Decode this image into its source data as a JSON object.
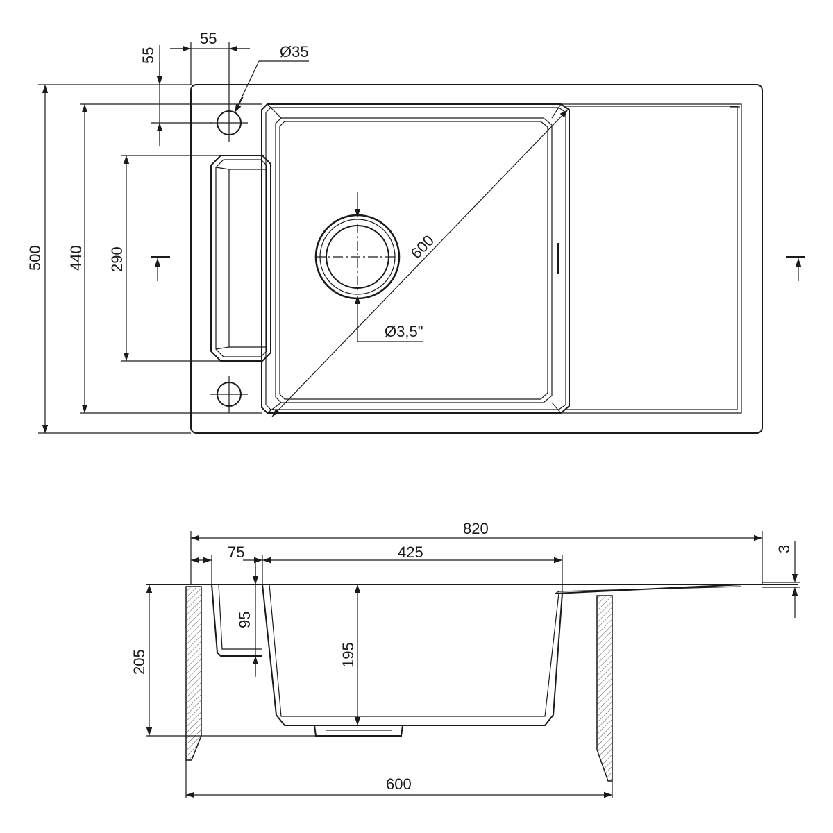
{
  "top_view": {
    "overall_depth": "500",
    "bowl_depth": "440",
    "drainer_depth": "290",
    "tap_hole_diameter": "Ø35",
    "tap_hole_offset_x": "55",
    "tap_hole_offset_y": "55",
    "bowl_diagonal": "600",
    "waste_diameter": "Ø3,5\""
  },
  "section_view": {
    "overall_width": "820",
    "ledge_width": "75",
    "bowl_width": "425",
    "rim_thickness": "3",
    "overall_height": "205",
    "ledge_height": "95",
    "bowl_height": "195",
    "cabinet_width": "600"
  }
}
